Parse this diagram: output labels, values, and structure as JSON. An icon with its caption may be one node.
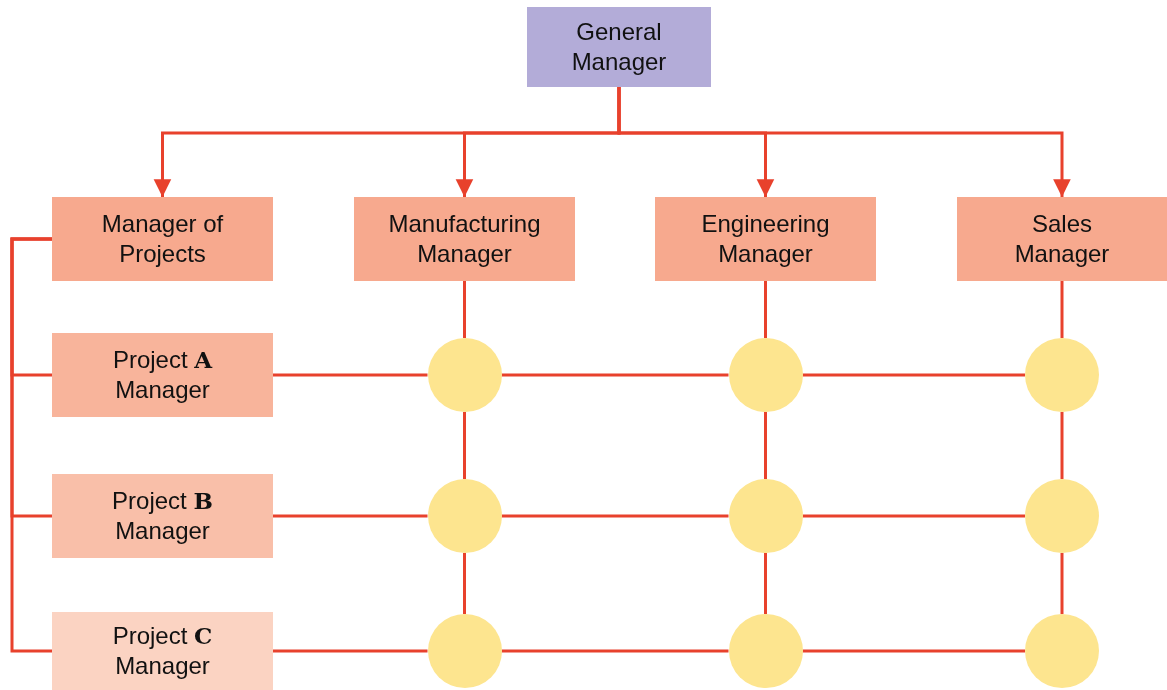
{
  "diagram": {
    "nodes": [
      {
        "text": [
          "General Manager"
        ]
      },
      {
        "text": [
          "Manager of Projects"
        ]
      },
      {
        "text": [
          "Manufacturing Manager"
        ]
      },
      {
        "text": [
          "Engineering Manager"
        ]
      },
      {
        "text": [
          "Sales Manager"
        ]
      },
      {
        "text": [
          "Project **A** Manager"
        ]
      },
      {
        "text": [
          "Project **B** Manager"
        ]
      },
      {
        "text": [
          "Project **C** Manager"
        ]
      },
      {
        "text": [],
        "shape": "circle"
      },
      {
        "text": [],
        "shape": "circle"
      },
      {
        "text": [],
        "shape": "circle"
      },
      {
        "text": [],
        "shape": "circle"
      },
      {
        "text": [],
        "shape": "circle"
      },
      {
        "text": [],
        "shape": "circle"
      },
      {
        "text": [],
        "shape": "circle"
      },
      {
        "text": [],
        "shape": "circle"
      },
      {
        "text": [],
        "shape": "circle"
      }
    ],
    "edges": [
      {
        "from": 0,
        "to": 1,
        "arrow": "to"
      },
      {
        "from": 0,
        "to": 2,
        "arrow": "to"
      },
      {
        "from": 0,
        "to": 3,
        "arrow": "to"
      },
      {
        "from": 0,
        "to": 4,
        "arrow": "to"
      },
      {
        "from": 1,
        "to": 5,
        "arrow": "none"
      },
      {
        "from": 1,
        "to": 6,
        "arrow": "none"
      },
      {
        "from": 1,
        "to": 7,
        "arrow": "none"
      },
      {
        "from": 5,
        "to": 8,
        "arrow": "none"
      },
      {
        "from": 8,
        "to": 9,
        "arrow": "none"
      },
      {
        "from": 9,
        "to": 10,
        "arrow": "none"
      },
      {
        "from": 6,
        "to": 11,
        "arrow": "none"
      },
      {
        "from": 11,
        "to": 12,
        "arrow": "none"
      },
      {
        "from": 12,
        "to": 13,
        "arrow": "none"
      },
      {
        "from": 7,
        "to": 14,
        "arrow": "none"
      },
      {
        "from": 14,
        "to": 15,
        "arrow": "none"
      },
      {
        "from": 15,
        "to": 16,
        "arrow": "none"
      },
      {
        "from": 2,
        "to": 8,
        "arrow": "none"
      },
      {
        "from": 8,
        "to": 11,
        "arrow": "none"
      },
      {
        "from": 11,
        "to": 14,
        "arrow": "none"
      },
      {
        "from": 3,
        "to": 9,
        "arrow": "none"
      },
      {
        "from": 9,
        "to": 12,
        "arrow": "none"
      },
      {
        "from": 12,
        "to": 15,
        "arrow": "none"
      },
      {
        "from": 4,
        "to": 10,
        "arrow": "none"
      },
      {
        "from": 10,
        "to": 13,
        "arrow": "none"
      },
      {
        "from": 13,
        "to": 16,
        "arrow": "none"
      }
    ]
  }
}
